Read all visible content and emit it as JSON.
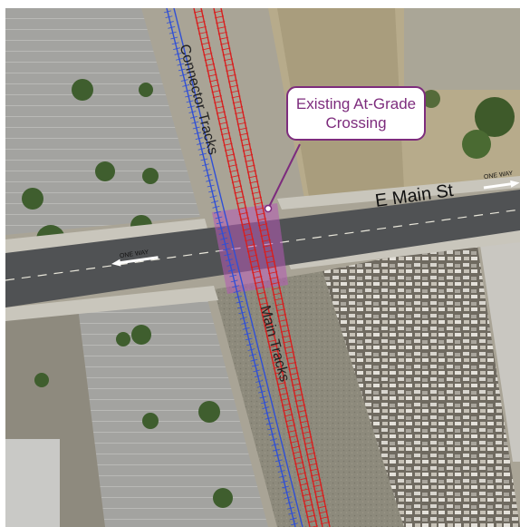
{
  "callout": {
    "line1": "Existing At-Grade",
    "line2": "Crossing"
  },
  "labels": {
    "street": "E Main St",
    "connector_tracks": "Connector Tracks",
    "main_tracks": "Main Tracks",
    "one_way_left": "ONE WAY",
    "one_way_right": "ONE WAY"
  },
  "colors": {
    "callout": "#7d2c7d",
    "crossing_overlay": "#b45ab4",
    "connector_track": "#2f4fd6",
    "main_track": "#d81e1e",
    "road": "#505254"
  },
  "icons": {
    "left_arrow": "one-way-arrow-left-icon",
    "right_arrow": "one-way-arrow-right-icon"
  }
}
